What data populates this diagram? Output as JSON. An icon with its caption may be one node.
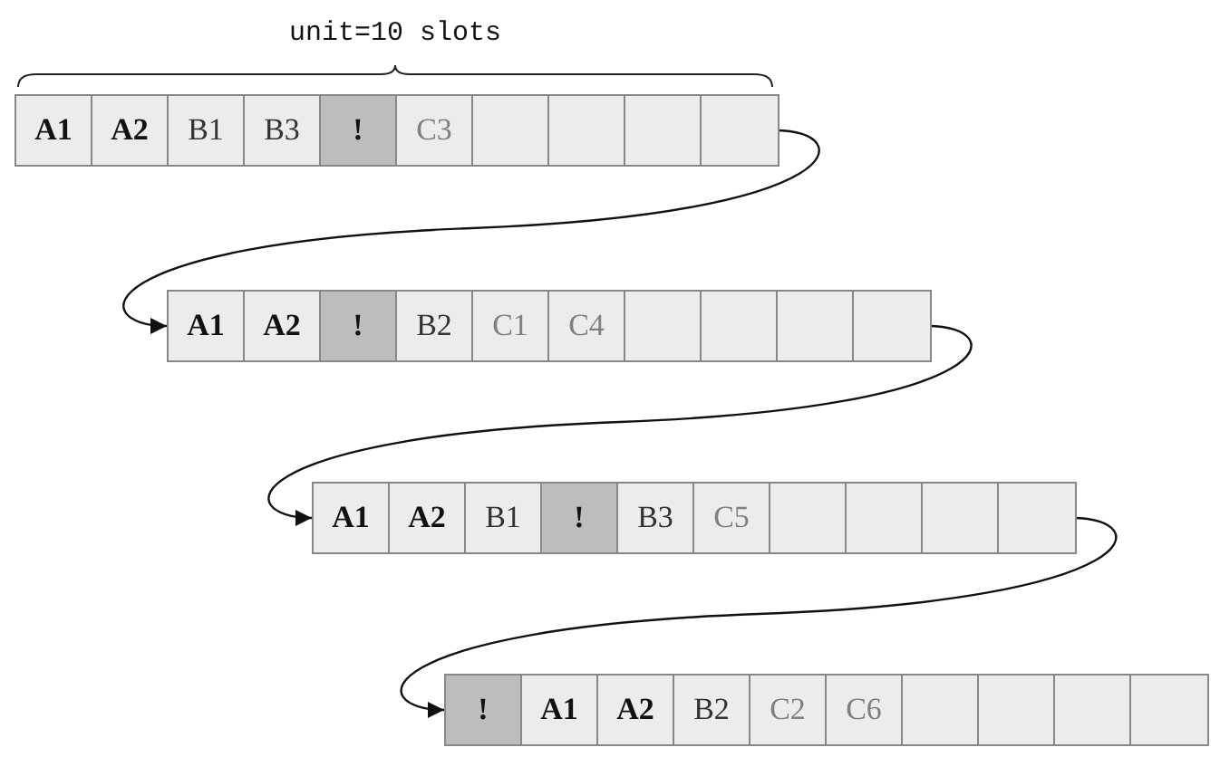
{
  "diagram": {
    "nodes": [
      {
        "text": [
          "A1",
          "A2",
          "B1",
          "B3",
          "!",
          "C3"
        ]
      },
      {
        "text": [
          "A1",
          "A2",
          "!",
          "B2",
          "C1",
          "C4"
        ]
      },
      {
        "text": [
          "A1",
          "A2",
          "B1",
          "!",
          "B3",
          "C5"
        ]
      },
      {
        "text": [
          "!",
          "A1",
          "A2",
          "B2",
          "C2",
          "C6"
        ]
      }
    ],
    "edges": [
      {
        "from": 0,
        "to": 1,
        "arrow": "to"
      },
      {
        "from": 1,
        "to": 2,
        "arrow": "to"
      },
      {
        "from": 2,
        "to": 3,
        "arrow": "to"
      }
    ],
    "labels": [
      "unit=10 slots"
    ]
  }
}
